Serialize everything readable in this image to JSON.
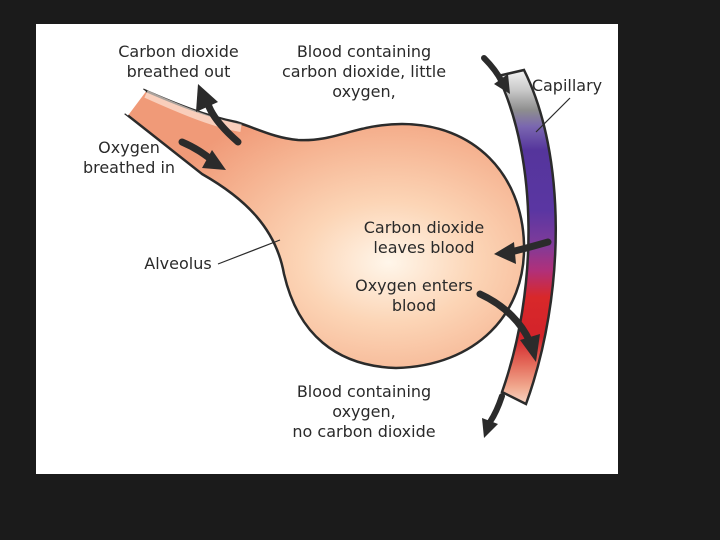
{
  "labels": {
    "co2_out": "Carbon dioxide\nbreathed out",
    "blood_in": "Blood containing\ncarbon dioxide, little\noxygen,",
    "capillary": "Capillary",
    "o2_in": "Oxygen\nbreathed in",
    "co2_leaves": "Carbon dioxide\nleaves blood",
    "alveolus": "Alveolus",
    "o2_enters": "Oxygen enters\nblood",
    "blood_out": "Blood containing oxygen,\nno carbon dioxide"
  },
  "colors": {
    "background": "#1b1b1b",
    "panel": "#ffffff",
    "alveolus_core": "#fff3e6",
    "alveolus_edge": "#f0a582",
    "capillary_deoxygenated": "#5a3aa0",
    "capillary_oxygenated": "#d8282a",
    "arrow": "#2b2b2b"
  }
}
